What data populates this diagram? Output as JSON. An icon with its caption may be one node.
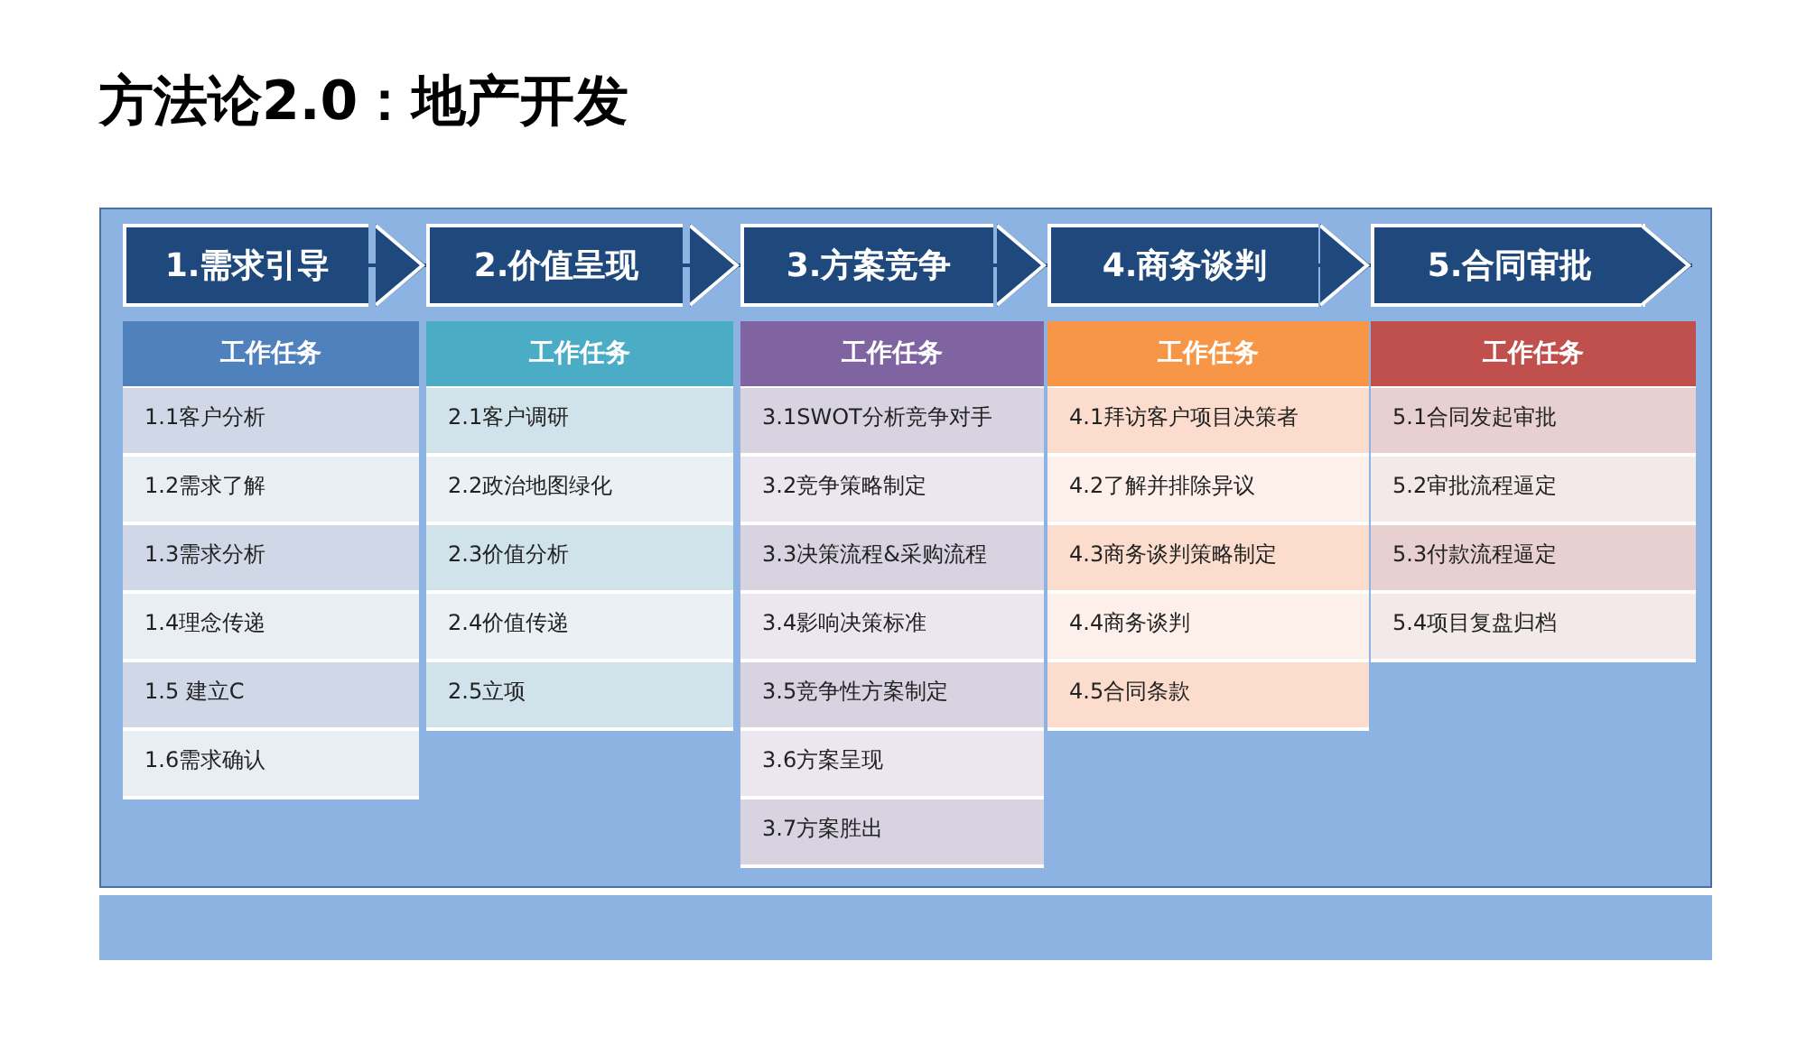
{
  "diagram": {
    "title": "方法论2.0：地产开发",
    "nodes": [
      {
        "text": [
          "1.需求引导"
        ]
      },
      {
        "text": [
          "工作任务"
        ]
      },
      {
        "text": [
          "1.1客户分析"
        ]
      },
      {
        "text": [
          "1.2需求了解"
        ]
      },
      {
        "text": [
          "1.3需求分析"
        ]
      },
      {
        "text": [
          "1.4理念传递"
        ]
      },
      {
        "text": [
          "1.5 建立C"
        ]
      },
      {
        "text": [
          "1.6需求确认"
        ]
      },
      {
        "text": [
          "2.价值呈现"
        ]
      },
      {
        "text": [
          "工作任务"
        ]
      },
      {
        "text": [
          "2.1客户调研"
        ]
      },
      {
        "text": [
          "2.2政治地图绿化"
        ]
      },
      {
        "text": [
          "2.3价值分析"
        ]
      },
      {
        "text": [
          "2.4价值传递"
        ]
      },
      {
        "text": [
          "2.5立项"
        ]
      },
      {
        "text": [
          "3.方案竞争"
        ]
      },
      {
        "text": [
          "工作任务"
        ]
      },
      {
        "text": [
          "3.1SWOT分析竞争对手"
        ]
      },
      {
        "text": [
          "3.2竞争策略制定"
        ]
      },
      {
        "text": [
          "3.3决策流程&采购流程"
        ]
      },
      {
        "text": [
          "3.4影响决策标准"
        ]
      },
      {
        "text": [
          "3.5竞争性方案制定"
        ]
      },
      {
        "text": [
          "3.6方案呈现"
        ]
      },
      {
        "text": [
          "3.7方案胜出"
        ]
      },
      {
        "text": [
          "4.商务谈判"
        ]
      },
      {
        "text": [
          "工作任务"
        ]
      },
      {
        "text": [
          "4.1拜访客户项目决策者"
        ]
      },
      {
        "text": [
          "4.2了解并排除异议"
        ]
      },
      {
        "text": [
          "4.3商务谈判策略制定"
        ]
      },
      {
        "text": [
          "4.4商务谈判"
        ]
      },
      {
        "text": [
          "4.5合同条款"
        ]
      },
      {
        "text": [
          "5.合同审批"
        ]
      },
      {
        "text": [
          "工作任务"
        ]
      },
      {
        "text": [
          "5.1合同发起审批"
        ]
      },
      {
        "text": [
          "5.2审批流程逼定"
        ]
      },
      {
        "text": [
          "5.3付款流程逼定"
        ]
      },
      {
        "text": [
          "5.4项目复盘归档"
        ]
      }
    ],
    "edges": [
      {
        "from": 0,
        "to": 8,
        "arrow": "to"
      },
      {
        "from": 8,
        "to": 15,
        "arrow": "to"
      },
      {
        "from": 15,
        "to": 24,
        "arrow": "to"
      },
      {
        "from": 24,
        "to": 31,
        "arrow": "to"
      },
      {
        "from": 31,
        "to": null,
        "arrow": "to"
      }
    ]
  }
}
